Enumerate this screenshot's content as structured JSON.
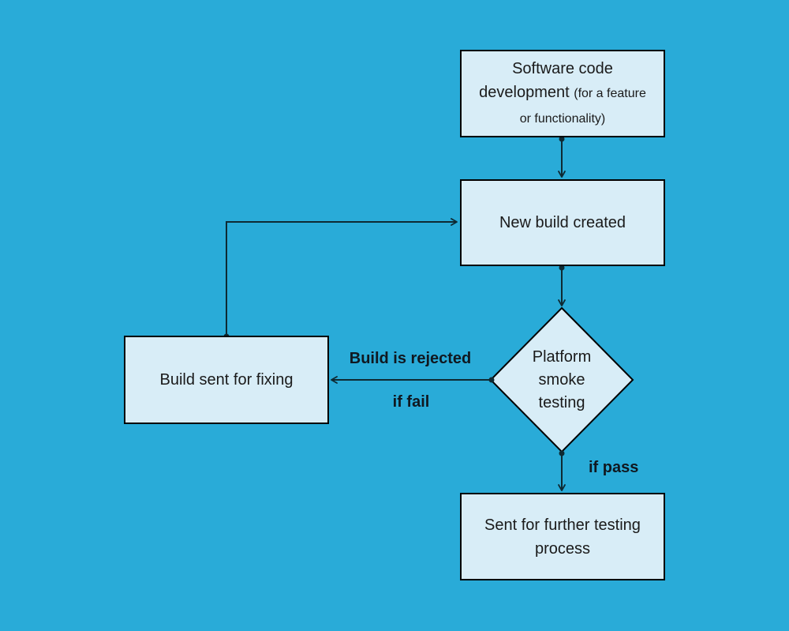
{
  "diagram": {
    "type": "flowchart",
    "colors": {
      "background": "#29ABD8",
      "node_fill": "#D8EDF7",
      "node_border": "#000000",
      "connector": "#0E2A33",
      "text": "#1A1A1A"
    },
    "nodes": {
      "software_dev": {
        "shape": "rectangle",
        "label_main": "Software code development",
        "label_note": "(for a feature or functionality)"
      },
      "new_build": {
        "shape": "rectangle",
        "label": "New build created"
      },
      "smoke_testing": {
        "shape": "diamond",
        "label": "Platform smoke testing"
      },
      "build_fixing": {
        "shape": "rectangle",
        "label": "Build sent for fixing"
      },
      "further_testing": {
        "shape": "rectangle",
        "label": "Sent for further testing process"
      }
    },
    "edge_labels": {
      "build_is_rejected": "Build is rejected",
      "if_fail": "if fail",
      "if_pass": "if pass"
    },
    "edges": [
      {
        "from": "software_dev",
        "to": "new_build",
        "labels": []
      },
      {
        "from": "new_build",
        "to": "smoke_testing",
        "labels": []
      },
      {
        "from": "smoke_testing",
        "to": "build_fixing",
        "labels": [
          "Build is rejected",
          "if fail"
        ]
      },
      {
        "from": "build_fixing",
        "to": "new_build",
        "labels": []
      },
      {
        "from": "smoke_testing",
        "to": "further_testing",
        "labels": [
          "if pass"
        ]
      }
    ]
  }
}
